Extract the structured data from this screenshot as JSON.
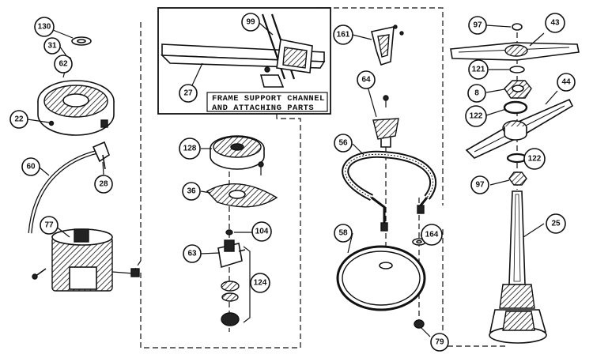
{
  "inset": {
    "caption_line1": "FRAME SUPPORT CHANNEL",
    "caption_line2": "AND ATTACHING PARTS"
  },
  "callouts": [
    "130",
    "31",
    "62",
    "22",
    "60",
    "28",
    "77",
    "99",
    "27",
    "128",
    "36",
    "104",
    "63",
    "124",
    "161",
    "64",
    "56",
    "58",
    "164",
    "79",
    "97",
    "43",
    "121",
    "8",
    "122",
    "44",
    "122",
    "97",
    "25"
  ]
}
